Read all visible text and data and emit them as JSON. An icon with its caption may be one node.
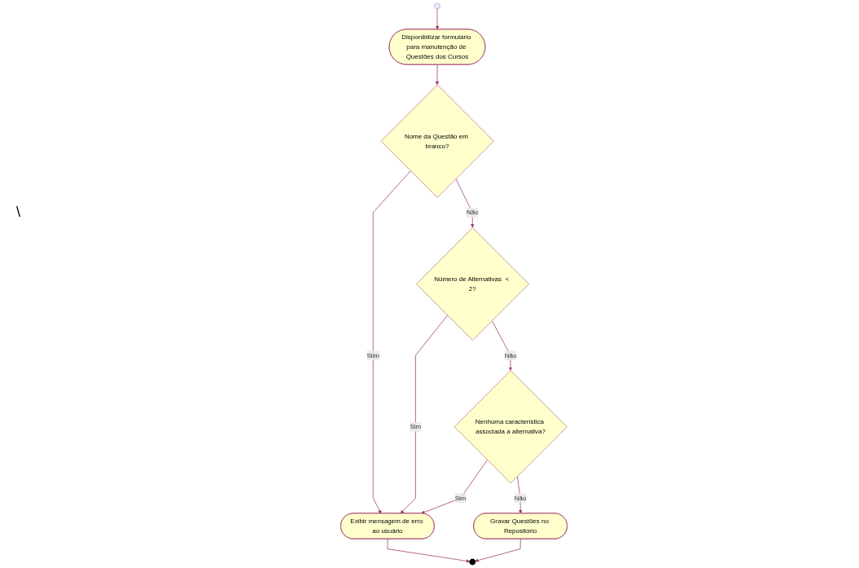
{
  "diagram": {
    "nodes": [
      {
        "text": [],
        "shape": "circle"
      },
      {
        "text": [
          "Disponibilizar formulário para manutenção de Questões dos Cursos"
        ]
      },
      {
        "text": [
          "Nome da Questão em branco?"
        ]
      },
      {
        "text": [
          "Exibir mensagem de erro ao usuário"
        ]
      },
      {
        "text": [
          "Número de Alternativas  < 2?"
        ]
      },
      {
        "text": [
          "Nenhuma característica associada a alternativa?"
        ]
      },
      {
        "text": [
          "Gravar Questões no Repositório"
        ]
      },
      {
        "text": [],
        "shape": "circle"
      }
    ],
    "edges": [
      {
        "from": 0,
        "to": 1,
        "arrow": "to"
      },
      {
        "from": 1,
        "to": 2,
        "arrow": "to"
      },
      {
        "from": 2,
        "to": 3,
        "arrow": "to",
        "label": "Siim"
      },
      {
        "from": 2,
        "to": 4,
        "arrow": "to",
        "label": "Não"
      },
      {
        "from": 4,
        "to": 3,
        "arrow": "to",
        "label": "Sim"
      },
      {
        "from": 4,
        "to": 5,
        "arrow": "to",
        "label": "Não"
      },
      {
        "from": 5,
        "to": 3,
        "arrow": "to",
        "label": "Sim"
      },
      {
        "from": 5,
        "to": 6,
        "arrow": "to",
        "label": "Não"
      },
      {
        "from": 6,
        "to": 7,
        "arrow": "to"
      },
      {
        "from": 3,
        "to": 7,
        "arrow": "to"
      }
    ],
    "labels": [
      "\\"
    ]
  }
}
